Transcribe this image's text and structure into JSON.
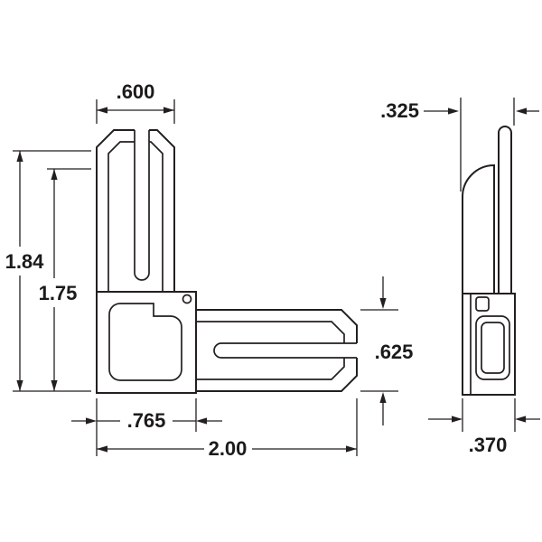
{
  "drawing_title": "corner-connector-dimensioned-drawing",
  "colors": {
    "line": "#231f20",
    "background": "#ffffff"
  },
  "front": {
    "dimensions": {
      "top_width": ".600",
      "overall_height": "1.84",
      "inner_height": "1.75",
      "arm_height": ".625",
      "base_width": ".765",
      "overall_width": "2.00"
    }
  },
  "side": {
    "dimensions": {
      "top_width": ".325",
      "base_width": ".370"
    }
  }
}
